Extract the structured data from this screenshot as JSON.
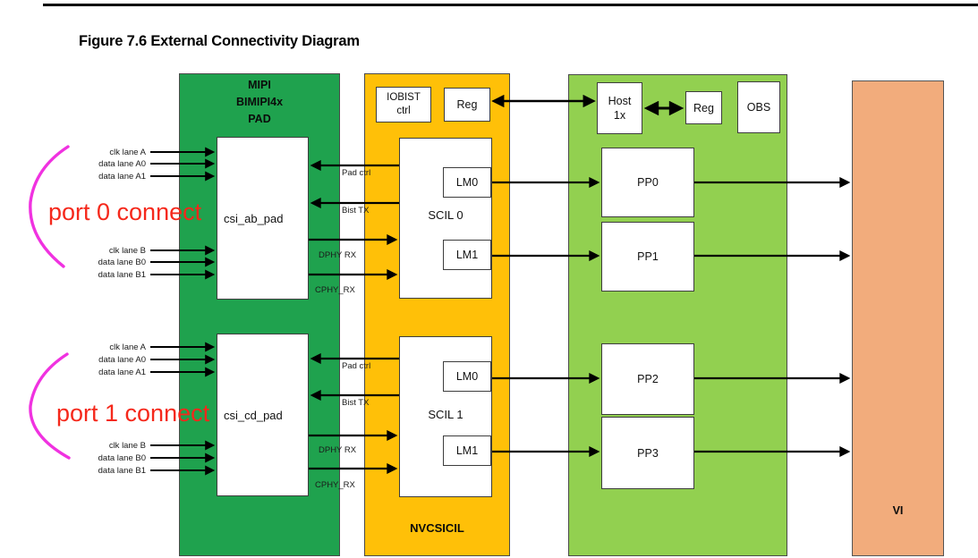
{
  "page": {
    "title": "Figure 7.6 External Connectivity Diagram"
  },
  "colors": {
    "pad_column": "#1FA24E",
    "nvcsicil_column": "#FFC008",
    "host_column": "#92D050",
    "vi_column": "#F2AC7C",
    "annotation_text": "#F5281B",
    "annotation_brace": "#F032E0",
    "arrow": "#000000"
  },
  "pad_column": {
    "header": [
      "MIPI",
      "BIMIPI4x",
      "PAD"
    ],
    "port0_block": "csi_ab_pad",
    "port1_block": "csi_cd_pad"
  },
  "nvcsicil_column": {
    "footer": "NVCSICIL",
    "iobist": [
      "IOBIST",
      "ctrl"
    ],
    "reg": "Reg",
    "scil0": {
      "name": "SCIL 0",
      "lm0": "LM0",
      "lm1": "LM1"
    },
    "scil1": {
      "name": "SCIL 1",
      "lm0": "LM0",
      "lm1": "LM1"
    }
  },
  "host_column": {
    "host1x": [
      "Host",
      "1x"
    ],
    "reg": "Reg",
    "obs": "OBS",
    "pp": [
      "PP0",
      "PP1",
      "PP2",
      "PP3"
    ]
  },
  "vi_column": {
    "label": "VI"
  },
  "lanes": [
    "clk lane A",
    "data lane A0",
    "data lane A1",
    "clk lane B",
    "data lane B0",
    "data lane B1"
  ],
  "signals": {
    "pad_ctrl": "Pad ctrl",
    "bist_tx": "Bist TX",
    "dphy_rx": "DPHY RX",
    "cphy_rx": "CPHY_RX"
  },
  "annotations": {
    "port0": "port 0 connect",
    "port1": "port 1 connect"
  }
}
